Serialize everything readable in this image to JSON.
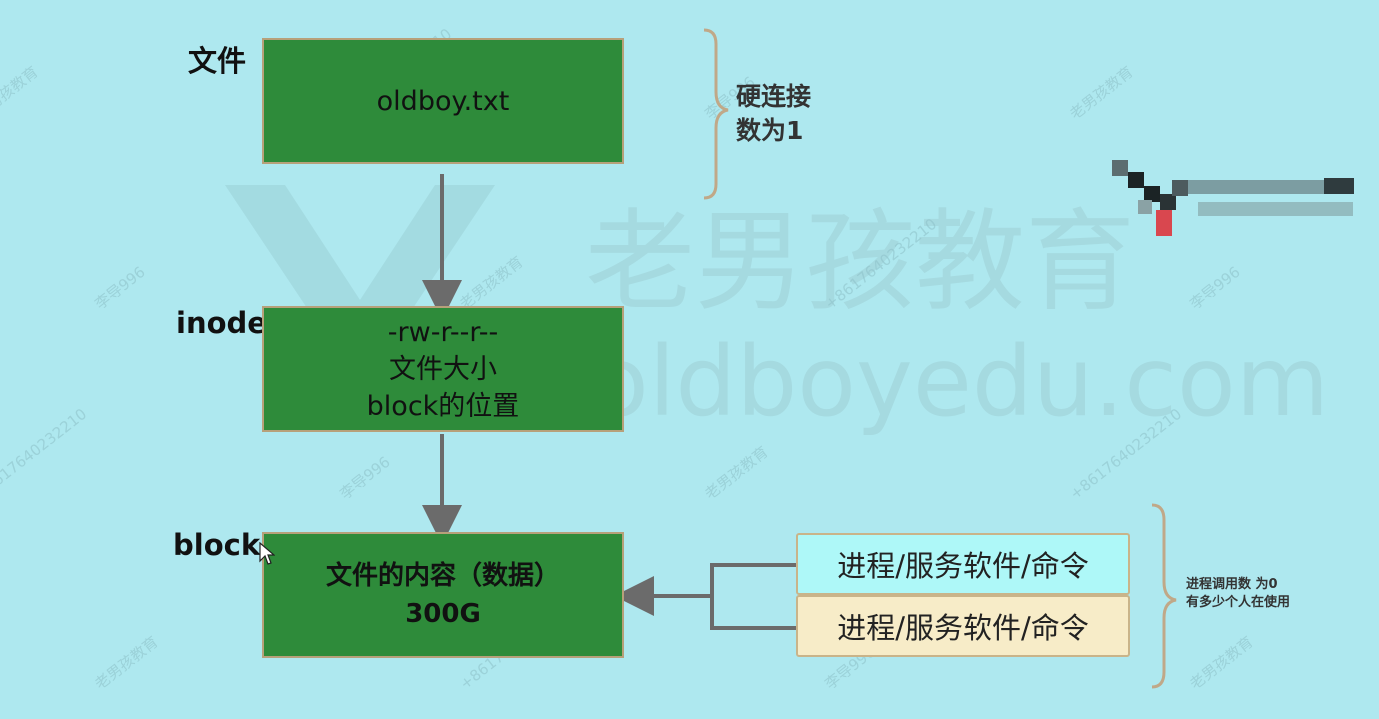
{
  "watermark": {
    "brand_cn": "老男孩教育",
    "brand_en": "oldboyedu.com",
    "small_tag": "老男孩教育",
    "phone": "+8617640232210",
    "tag2": "李导996"
  },
  "labels": {
    "file": "文件",
    "inode": "inode",
    "block": "block"
  },
  "file_box": {
    "text": "oldboy.txt"
  },
  "inode_box": {
    "line1": "-rw-r--r--",
    "line2": "文件大小",
    "line3": "block的位置"
  },
  "block_box": {
    "line1": "文件的内容（数据）",
    "line2": "300G"
  },
  "hardlink_note": {
    "line1": "硬连接",
    "line2": "数为1"
  },
  "process_boxes": [
    {
      "text": "进程/服务软件/命令",
      "color": "#aef8f8"
    },
    {
      "text": "进程/服务软件/命令",
      "color": "#f7ecc8"
    }
  ],
  "process_note": {
    "line1": "进程调用数  为0",
    "line2": "有多少个人在使用"
  },
  "colors": {
    "background": "#aee8ef",
    "box_green": "#2e8b3a",
    "arrow": "#6b6b6b"
  }
}
